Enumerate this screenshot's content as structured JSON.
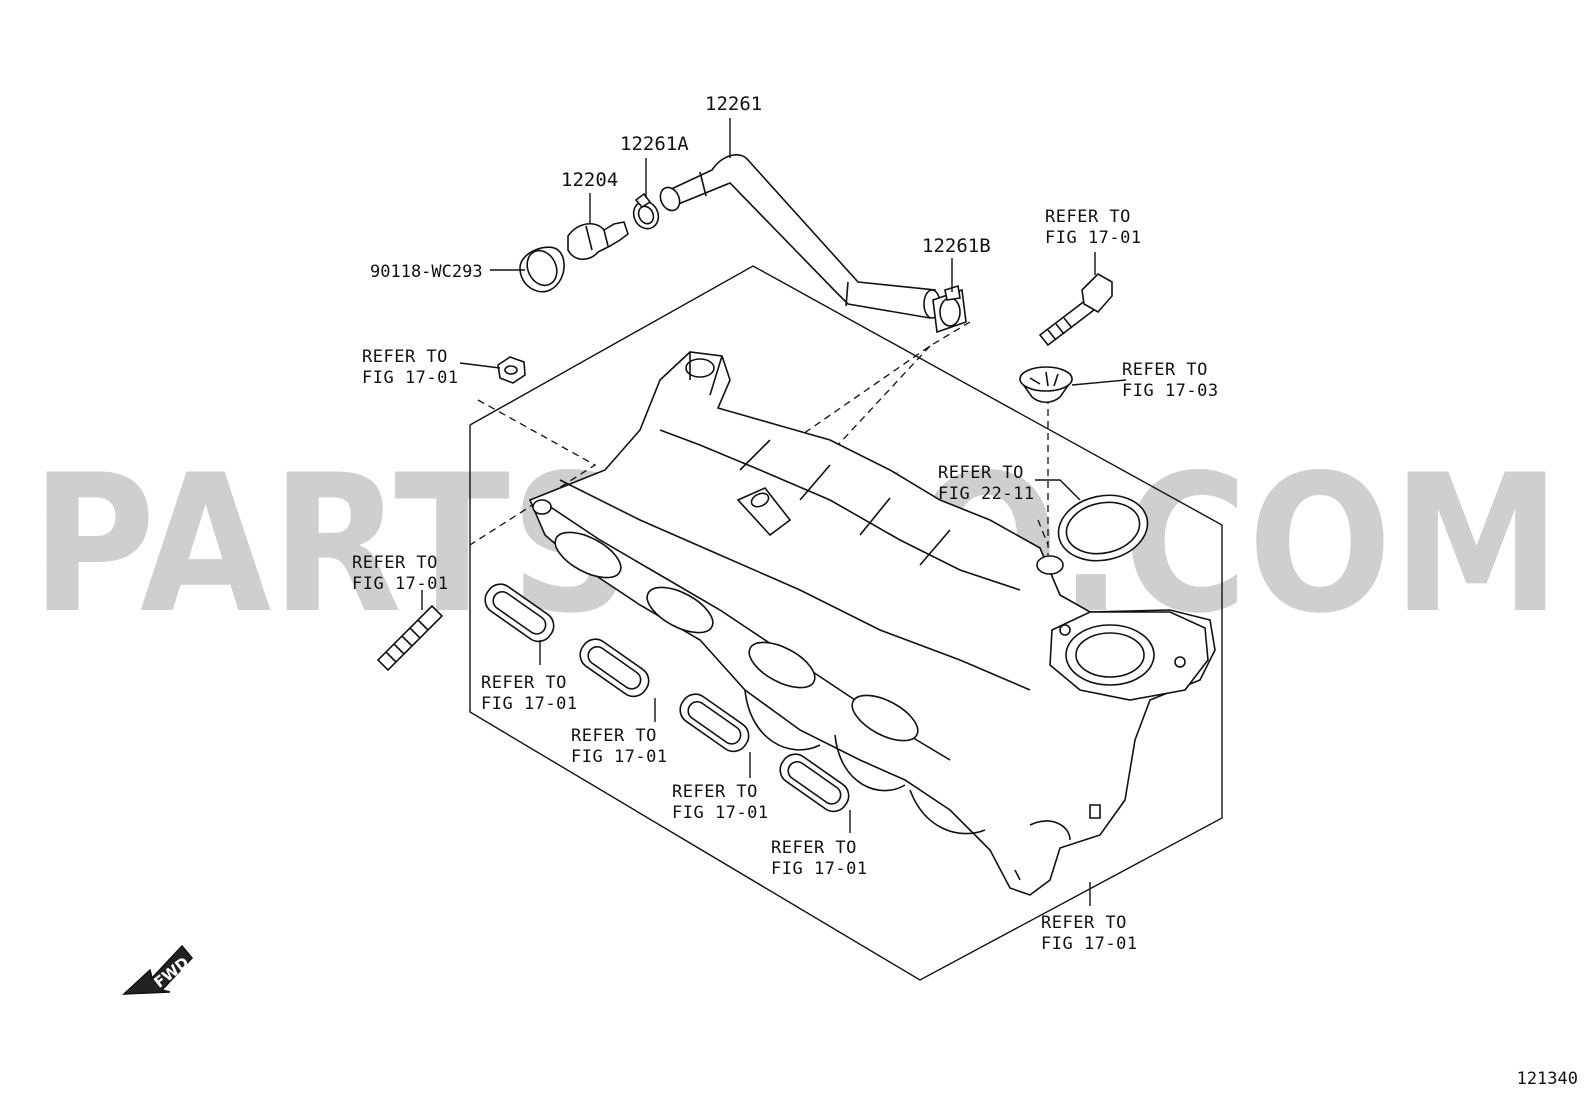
{
  "watermark": "PARTSOUQ.COM",
  "part_numbers": {
    "p12261": "12261",
    "p12261A": "12261A",
    "p12204": "12204",
    "p90118": "90118-WC293",
    "p12261B": "12261B"
  },
  "references": [
    {
      "line1": "REFER TO",
      "line2": "FIG 17-01"
    },
    {
      "line1": "REFER TO",
      "line2": "FIG 17-01"
    },
    {
      "line1": "REFER TO",
      "line2": "FIG 17-03"
    },
    {
      "line1": "REFER TO",
      "line2": "FIG 22-11"
    },
    {
      "line1": "REFER TO",
      "line2": "FIG 17-01"
    },
    {
      "line1": "REFER TO",
      "line2": "FIG 17-01"
    },
    {
      "line1": "REFER TO",
      "line2": "FIG 17-01"
    },
    {
      "line1": "REFER TO",
      "line2": "FIG 17-01"
    },
    {
      "line1": "REFER TO",
      "line2": "FIG 17-01"
    },
    {
      "line1": "REFER TO",
      "line2": "FIG 17-01"
    }
  ],
  "fwd_label": "FWD",
  "figure_number": "121340"
}
